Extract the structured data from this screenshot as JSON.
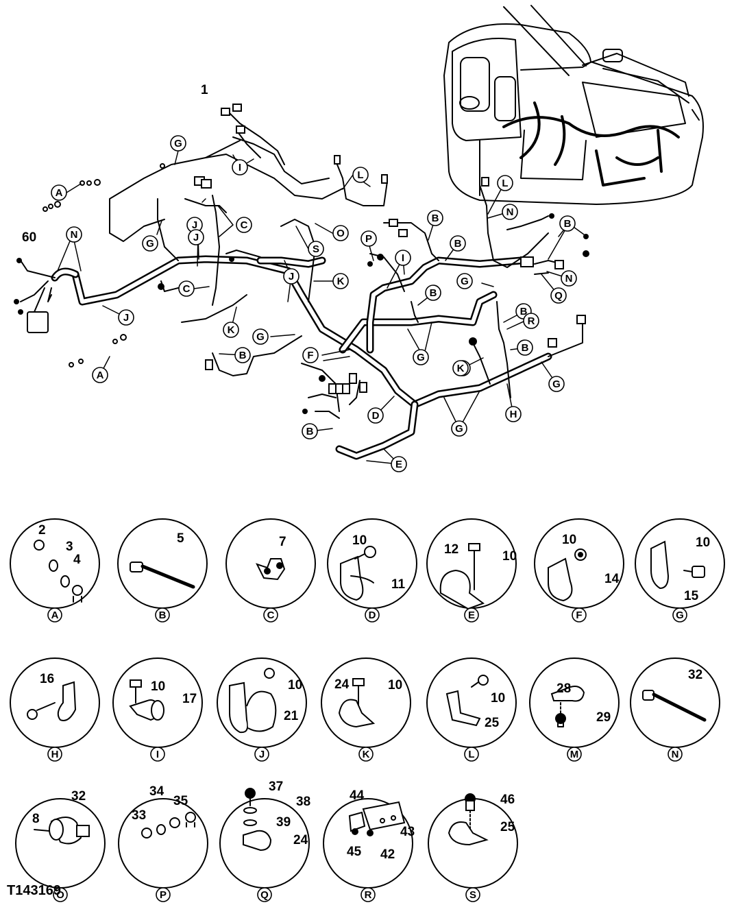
{
  "overview": {
    "part_labels": [
      "1",
      "60"
    ],
    "callouts": [
      "A",
      "G",
      "I",
      "L",
      "C",
      "N",
      "J",
      "G",
      "C",
      "O",
      "S",
      "P",
      "B",
      "L",
      "N",
      "B",
      "B",
      "I",
      "K",
      "J",
      "J",
      "K",
      "G",
      "N",
      "Q",
      "B",
      "R",
      "F",
      "B",
      "G",
      "K",
      "B",
      "G",
      "G",
      "D",
      "B",
      "E",
      "H",
      "A"
    ]
  },
  "details": [
    {
      "letter": "A",
      "parts": [
        "2",
        "3",
        "4"
      ]
    },
    {
      "letter": "B",
      "parts": [
        "5"
      ]
    },
    {
      "letter": "C",
      "parts": [
        "7"
      ]
    },
    {
      "letter": "D",
      "parts": [
        "10",
        "11"
      ]
    },
    {
      "letter": "E",
      "parts": [
        "12",
        "10"
      ]
    },
    {
      "letter": "F",
      "parts": [
        "10",
        "14"
      ]
    },
    {
      "letter": "G",
      "parts": [
        "10",
        "15"
      ]
    },
    {
      "letter": "H",
      "parts": [
        "16"
      ]
    },
    {
      "letter": "I",
      "parts": [
        "10",
        "17"
      ]
    },
    {
      "letter": "J",
      "parts": [
        "10",
        "21"
      ]
    },
    {
      "letter": "K",
      "parts": [
        "24",
        "10"
      ]
    },
    {
      "letter": "L",
      "parts": [
        "10",
        "25"
      ]
    },
    {
      "letter": "M",
      "parts": [
        "28",
        "29"
      ]
    },
    {
      "letter": "N",
      "parts": [
        "32"
      ]
    },
    {
      "letter": "O",
      "parts": [
        "32",
        "8"
      ]
    },
    {
      "letter": "P",
      "parts": [
        "34",
        "35",
        "33"
      ]
    },
    {
      "letter": "Q",
      "parts": [
        "37",
        "38",
        "39",
        "24"
      ]
    },
    {
      "letter": "R",
      "parts": [
        "44",
        "43",
        "45",
        "42"
      ]
    },
    {
      "letter": "S",
      "parts": [
        "46",
        "25"
      ]
    }
  ],
  "figure_ref": "T143169"
}
